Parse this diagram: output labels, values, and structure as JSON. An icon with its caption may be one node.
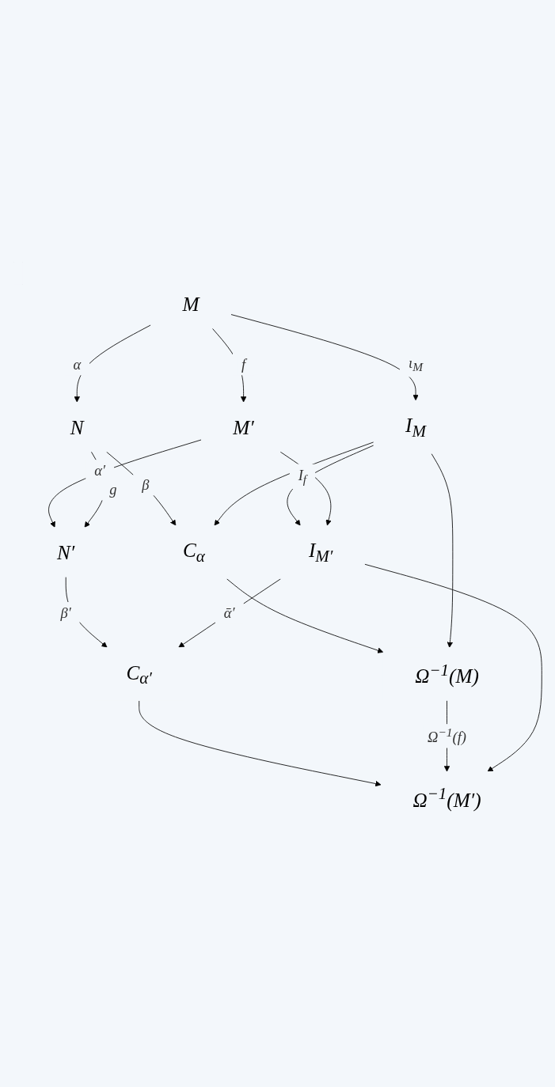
{
  "diagram": {
    "nodes": [
      {
        "text": [
          "I$_{M}$"
        ]
      },
      {
        "text": [
          "I$_{M′}$"
        ]
      },
      {
        "text": [
          "M"
        ]
      },
      {
        "text": [
          "M′"
        ]
      },
      {
        "text": [
          "N"
        ]
      },
      {
        "text": [
          "N′"
        ]
      },
      {
        "text": [
          "C$_{α}$"
        ]
      },
      {
        "text": [
          "C$_{α′}$"
        ]
      },
      {
        "text": [
          "Ω$^{−1}$(M)"
        ]
      },
      {
        "text": [
          "Ω$^{−1}$(M′)"
        ]
      }
    ],
    "edges": [
      {
        "from": 0,
        "to": 1,
        "arrow": "to",
        "label": "I$_{f}$"
      },
      {
        "from": 2,
        "to": 0,
        "arrow": "to",
        "label": "ι$_{M}$"
      },
      {
        "from": 3,
        "to": 1,
        "arrow": "to"
      },
      {
        "from": 2,
        "to": 3,
        "arrow": "to",
        "label": "f"
      },
      {
        "from": 2,
        "to": 4,
        "arrow": "to",
        "label": "α"
      },
      {
        "from": 3,
        "to": 5,
        "arrow": "to",
        "label": "α′"
      },
      {
        "from": 4,
        "to": 5,
        "arrow": "to",
        "label": "g"
      },
      {
        "from": 4,
        "to": 6,
        "arrow": "to",
        "label": "β"
      },
      {
        "from": 5,
        "to": 7,
        "arrow": "to",
        "label": "β′"
      },
      {
        "from": 6,
        "to": 8,
        "arrow": "to"
      },
      {
        "from": 7,
        "to": 9,
        "arrow": "to"
      },
      {
        "from": 8,
        "to": 9,
        "arrow": "to",
        "label": "Ω$^{−1}$(f)"
      },
      {
        "from": 0,
        "to": 6,
        "arrow": "to"
      },
      {
        "from": 0,
        "to": 8,
        "arrow": "to"
      },
      {
        "from": 1,
        "to": 7,
        "arrow": "to",
        "label": "ᾱ′"
      },
      {
        "from": 1,
        "to": 9,
        "arrow": "to"
      }
    ]
  }
}
